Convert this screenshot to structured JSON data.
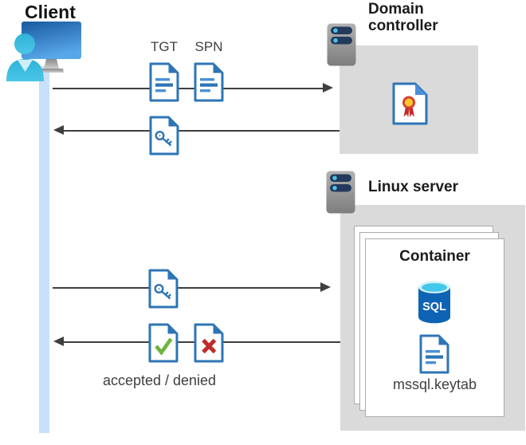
{
  "client": {
    "label": "Client"
  },
  "flow": {
    "tgt_label": "TGT",
    "spn_label": "SPN",
    "result_label": "accepted / denied"
  },
  "domain_controller": {
    "label": "Domain controller"
  },
  "linux_server": {
    "label": "Linux server"
  },
  "container": {
    "label": "Container",
    "sql_badge": "SQL",
    "keytab_file": "mssql.keytab"
  },
  "icons": {
    "client": "monitor-with-user-icon",
    "lifeline": "client-lifeline-bar",
    "ticket_documents": [
      "text-document-icon",
      "key-ticket-document-icon"
    ],
    "domain_controller": "server-icon",
    "certificate": "certificate-document-icon",
    "linux_server": "server-icon",
    "sql": "sql-database-cylinder-icon",
    "accepted": "check-document-icon",
    "denied": "cross-document-icon"
  },
  "colors": {
    "document_blue": "#2E75B6",
    "document_line_blue": "#4A90D9",
    "lifeline_blue": "#C7E1FB",
    "arrow_gray": "#3F3F3F",
    "panel_gray": "#DADADA",
    "server_slot_navy": "#233A5C",
    "server_led_cyan": "#4EC2E8",
    "person_cyan": "#35B7DB",
    "monitor_blue": "#2F7EC9",
    "accept_green": "#6CB33F",
    "deny_red": "#C02B2B",
    "certificate_red": "#D6402B",
    "certificate_yellow": "#FFC52F",
    "sql_cylinder_blue": "#0E63B5",
    "sql_top_cyan": "#41C8EA"
  }
}
